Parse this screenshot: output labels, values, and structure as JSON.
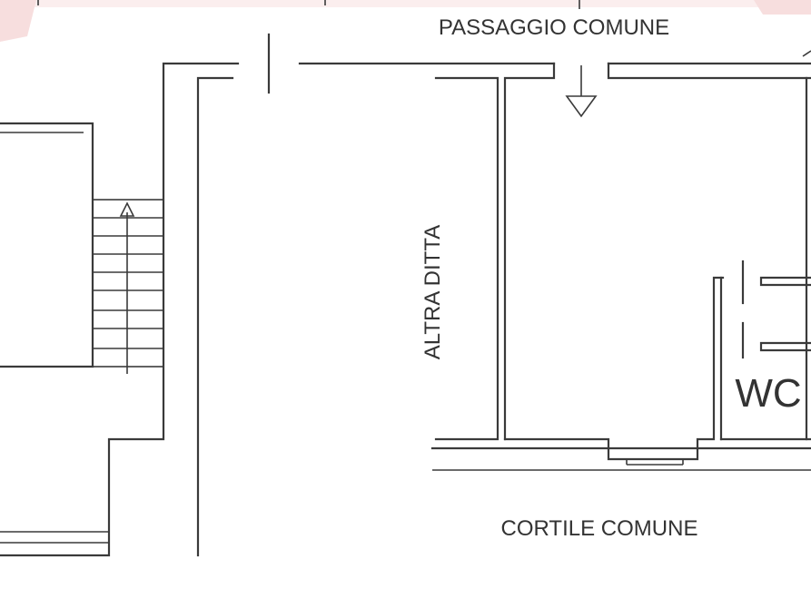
{
  "labels": {
    "passaggio": "PASSAGGIO COMUNE",
    "altra_ditta": "ALTRA DITTA",
    "wc": "WC",
    "cortile": "CORTILE COMUNE"
  },
  "watermark": {
    "color": "#f2c9c9"
  },
  "colors": {
    "wall": "#3a3a3a",
    "background": "#ffffff"
  },
  "icons": {
    "stair_arrow": "arrow-up-icon",
    "entry_arrow": "arrow-down-icon"
  }
}
